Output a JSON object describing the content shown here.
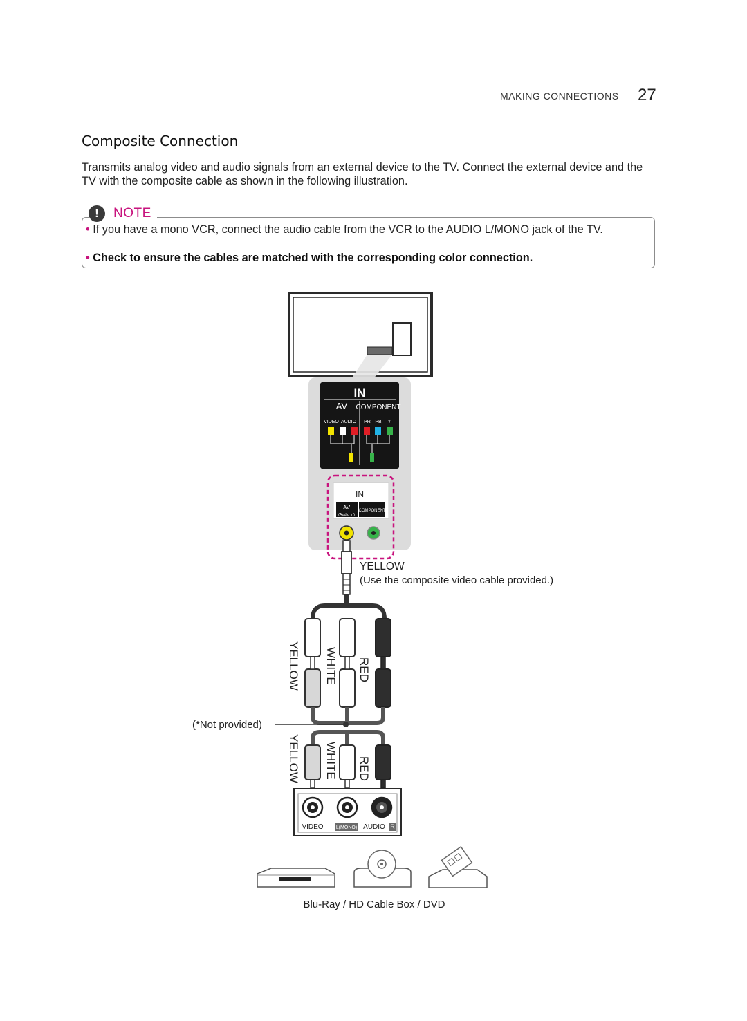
{
  "header": {
    "section": "MAKING CONNECTIONS",
    "page_number": "27"
  },
  "title": "Composite Connection",
  "intro": "Transmits analog video and audio signals from an external device to the TV. Connect the external device and the TV with the composite cable as shown in the following illustration.",
  "note": {
    "label": "NOTE",
    "icon": "exclamation-icon",
    "items": [
      "If you have a mono VCR, connect the audio cable from the VCR to the AUDIO L/MONO jack of the TV.",
      "Check to ensure the cables are matched with the corresponding color connection."
    ]
  },
  "colors": {
    "accent": "#c8147e",
    "yellow_jack": "#f2e300",
    "green_jack": "#37b34a",
    "red_jack": "#e01e26",
    "blue_jack": "#21b3e6",
    "panel_gray": "#dcdcdc"
  },
  "diagram": {
    "panel1": {
      "in_label": "IN",
      "av_label": "AV",
      "component_label": "COMPONENT",
      "video_label": "VIDEO",
      "audio_label": "AUDIO",
      "pr_label": "PR",
      "pb_label": "PB",
      "y_label": "Y"
    },
    "panel2": {
      "in_label": "IN",
      "av_label": "AV",
      "audio_in_label": "(Audio In)",
      "component_label": "COMPONENT"
    },
    "tv_cable": {
      "label": "YELLOW",
      "caption": "(Use the composite video cable provided.)"
    },
    "cable_labels": {
      "yellow": "YELLOW",
      "white": "WHITE",
      "red": "RED"
    },
    "not_provided": "(*Not provided)",
    "device_jacks": {
      "video": "VIDEO",
      "l_mono": "L(MONO)",
      "audio": "AUDIO",
      "r": "R"
    },
    "devices_caption": "Blu-Ray / HD Cable Box / DVD"
  }
}
